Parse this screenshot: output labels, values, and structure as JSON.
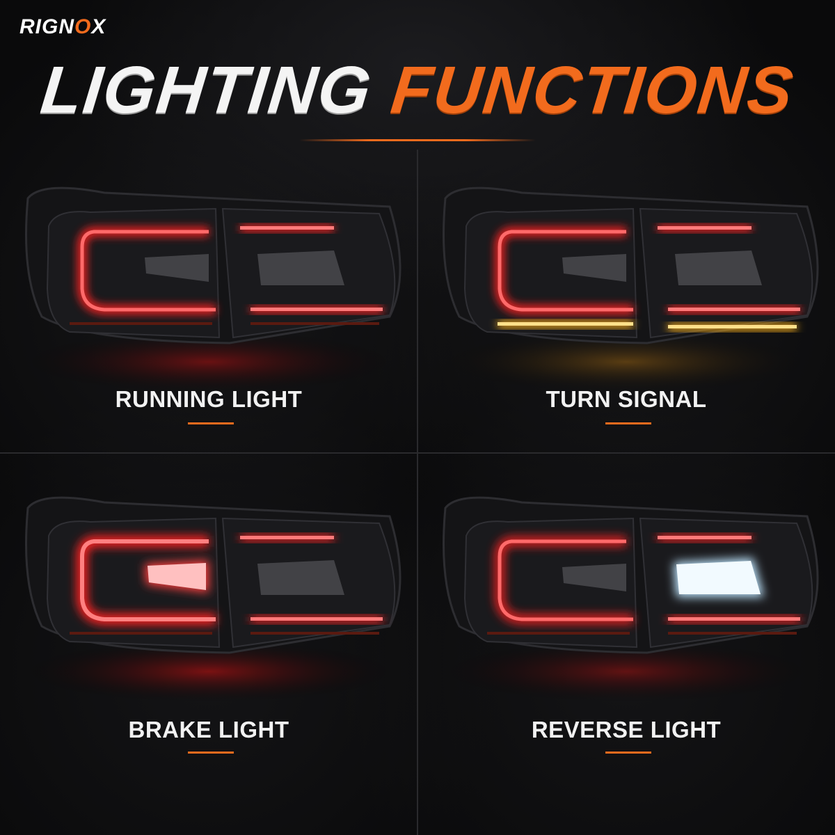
{
  "brand": {
    "prefix": "RIGN",
    "o": "O",
    "suffix": "X"
  },
  "headline": {
    "white": "LIGHTING",
    "orange": "FUNCTIONS"
  },
  "colors": {
    "accent": "#f26b1d",
    "red": "#ff2a2a",
    "amber": "#ffb21c",
    "white_led": "#dff2ff"
  },
  "panels": [
    {
      "label": "RUNNING LIGHT"
    },
    {
      "label": "TURN SIGNAL"
    },
    {
      "label": "BRAKE LIGHT"
    },
    {
      "label": "REVERSE LIGHT"
    }
  ]
}
